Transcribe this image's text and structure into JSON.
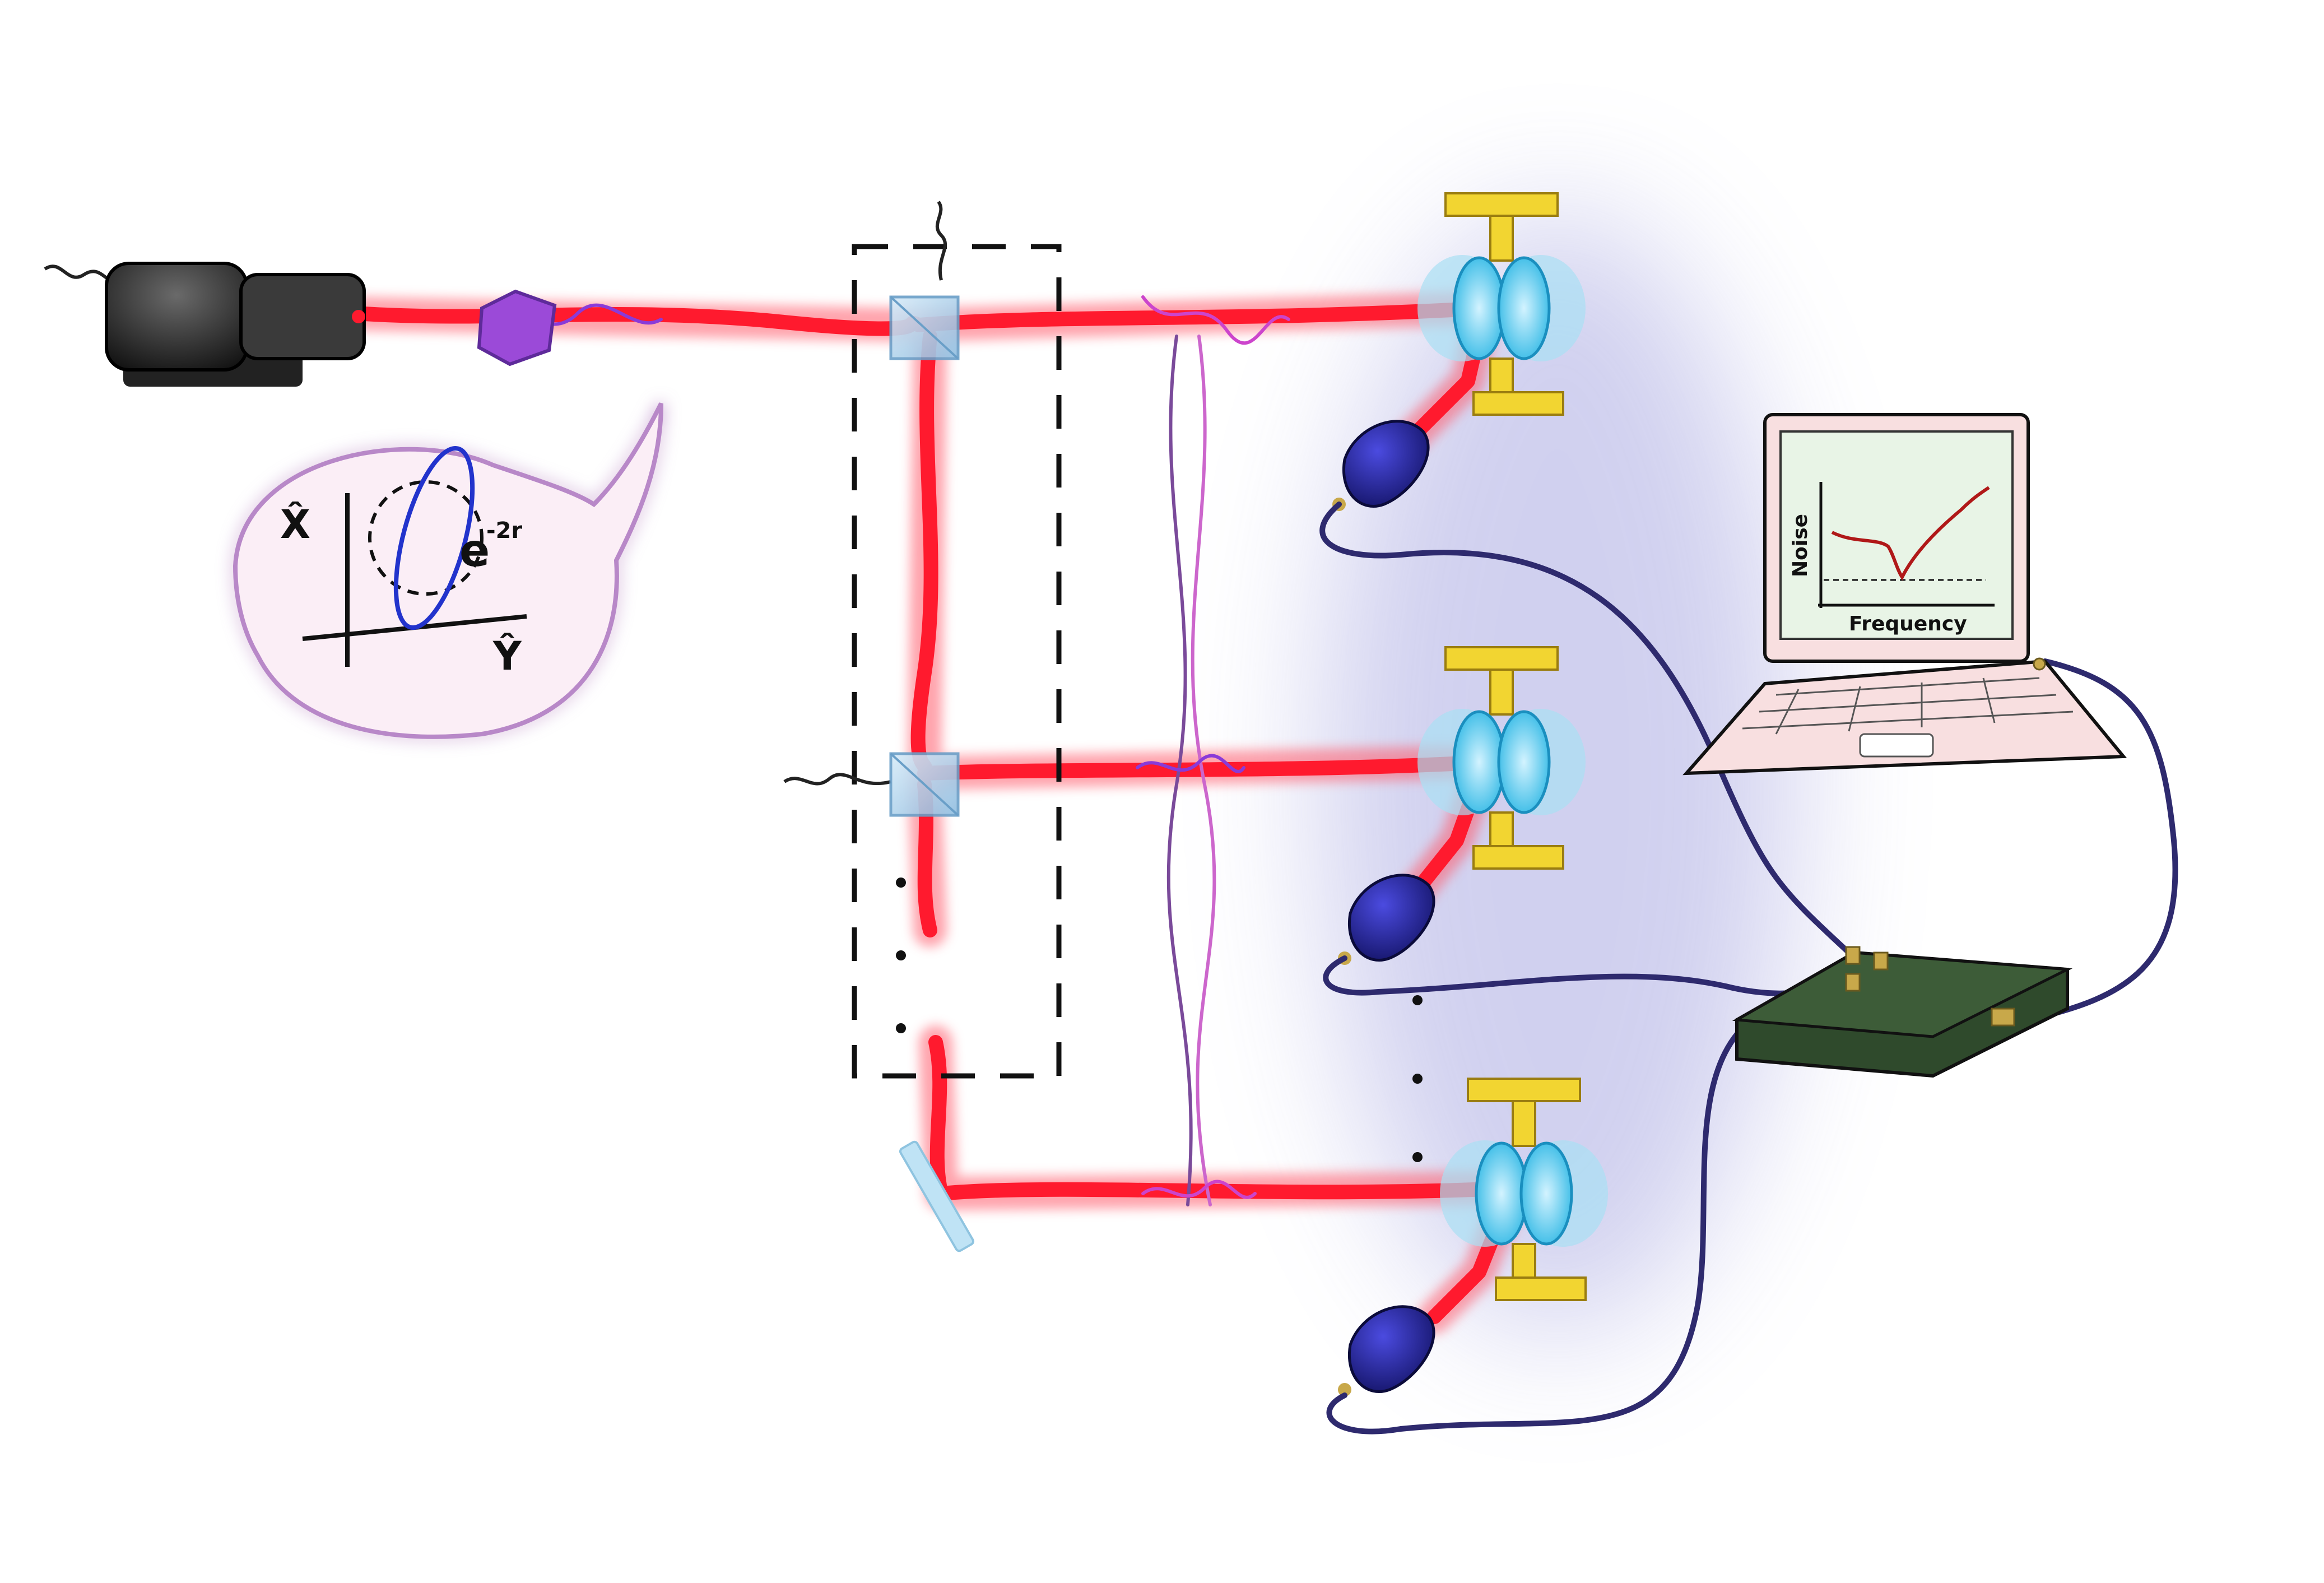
{
  "bubble": {
    "axis_x_label": "X̂",
    "axis_y_label": "Ŷ",
    "squeeze_label": "e",
    "squeeze_exponent": "-2r"
  },
  "laptop": {
    "ylabel": "Noise",
    "xlabel": "Frequency"
  },
  "colors": {
    "beam": "#ff1a2e",
    "beam_glow": "#ff5a6a",
    "detector": "#2a2a9a",
    "cavity": "#3fc6ea",
    "mount": "#f2d531",
    "cable": "#2e2a6e",
    "ellipse": "#2233cc",
    "curve": "#b01818",
    "daq": "#2f4a2c",
    "laptop_shell": "#f8dfe0",
    "bubble_fill": "#fbeef6",
    "bubble_stroke": "#b888c8",
    "haze": "#7a7ad2"
  }
}
